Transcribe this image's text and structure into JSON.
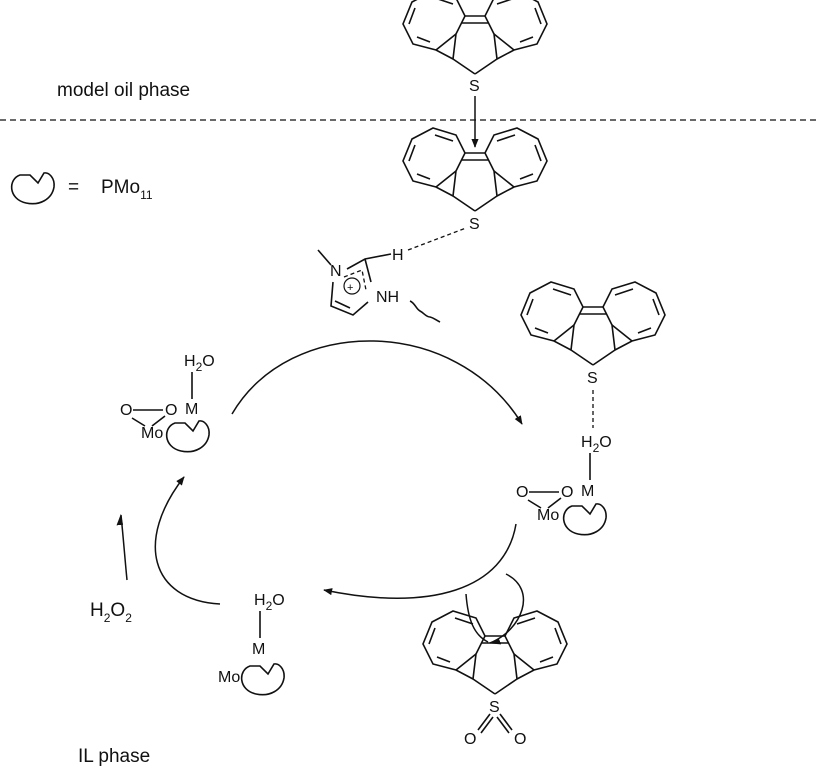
{
  "phases": {
    "oil": "model oil phase",
    "il": "IL phase"
  },
  "legend": {
    "equals": "=",
    "catalyst": "PMo",
    "catalyst_sub": "11"
  },
  "atoms": {
    "S": "S",
    "O": "O",
    "M": "M",
    "Mo": "Mo",
    "H": "H",
    "N": "N",
    "NH": "NH",
    "plus": "+"
  },
  "water": {
    "H": "H",
    "sub": "2",
    "O": "O"
  },
  "peroxide": {
    "H": "H",
    "sub1": "2",
    "O": "O",
    "sub2": "2"
  },
  "icons": {
    "catalyst": "lacunary-pocket-icon",
    "substrate": "dibenzothiophene-structure",
    "product": "dibenzothiophene-sulfone-structure"
  }
}
